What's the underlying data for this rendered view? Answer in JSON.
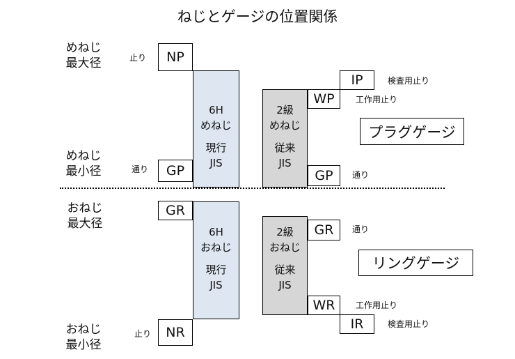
{
  "title": "ねじとゲージの位置関係",
  "upper": {
    "max_label": [
      "めねじ",
      "最大径"
    ],
    "min_label": [
      "めねじ",
      "最小径"
    ],
    "stop_label": "止り",
    "go_label": "通り",
    "np": "NP",
    "gp_left": "GP",
    "current": {
      "line1": "6H",
      "line2": "めねじ",
      "line3": "現行",
      "line4": "JIS"
    },
    "legacy": {
      "line1": "2級",
      "line2": "めねじ",
      "line3": "従来",
      "line4": "JIS"
    },
    "ip": "IP",
    "ip_note": "検査用止り",
    "wp": "WP",
    "wp_note": "工作用止り",
    "gp_right": "GP",
    "gp_right_note": "通り",
    "gauge_name": "プラグゲージ"
  },
  "lower": {
    "max_label": [
      "おねじ",
      "最大径"
    ],
    "min_label": [
      "おねじ",
      "最小径"
    ],
    "stop_label": "止り",
    "gr_left": "GR",
    "nr": "NR",
    "current": {
      "line1": "6H",
      "line2": "おねじ",
      "line3": "現行",
      "line4": "JIS"
    },
    "legacy": {
      "line1": "2級",
      "line2": "おねじ",
      "line3": "従来",
      "line4": "JIS"
    },
    "gr_right": "GR",
    "gr_right_note": "通り",
    "wr": "WR",
    "wr_note": "工作用止り",
    "ir": "IR",
    "ir_note": "検査用止り",
    "gauge_name": "リングゲージ"
  }
}
